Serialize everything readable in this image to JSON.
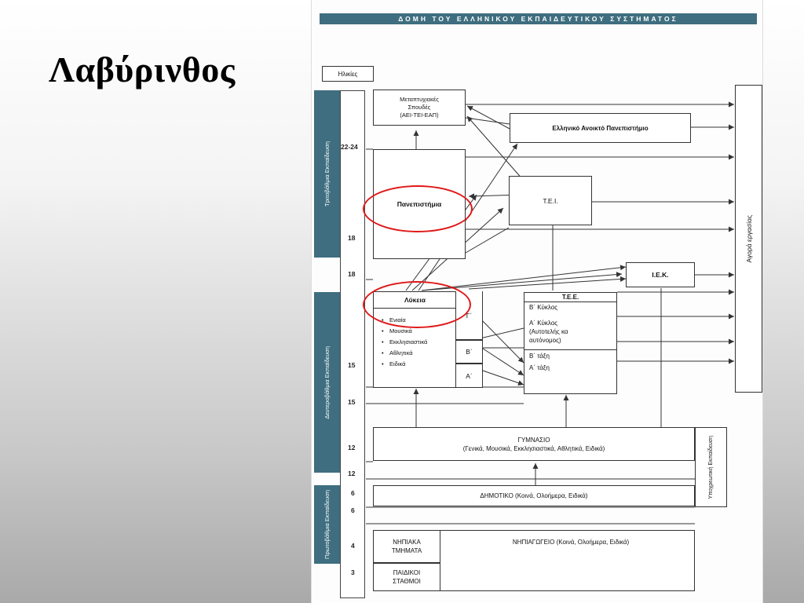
{
  "slide": {
    "title": "Λαβύρινθος"
  },
  "diagram": {
    "header": "ΔΟΜΗ ΤΟΥ ΕΛΛΗΝΙΚΟΥ ΕΚΠΑΙΔΕΥΤΙΚΟΥ ΣΥΣΤΗΜΑΤΟΣ",
    "ages_label": "Ηλικίες",
    "ages": [
      "22-24",
      "18",
      "18",
      "15",
      "15",
      "12",
      "12",
      "6",
      "6",
      "4",
      "3"
    ],
    "levels": {
      "tertiary": "Τριτοβάθμια Εκπαίδευση",
      "secondary": "Δευτεροβάθμια Εκπαίδευση",
      "primary": "Πρωτοβάθμια Εκπαίδευση",
      "compulsory": "Υποχρεωτική Εκπαίδευση"
    },
    "nodes": {
      "postgrad": [
        "Μεταπτυχιακές",
        "Σπουδές",
        "(ΑΕΙ-ΤΕΙ-ΕΑΠ)"
      ],
      "open_university": "Ελληνικό Ανοικτό Πανεπιστήμιο",
      "universities": "Πανεπιστήμια",
      "tei": "Τ.Ε.Ι.",
      "iek": "Ι.Ε.Κ.",
      "lykeia": "Λύκεια",
      "lykeia_types": [
        "Ενιαία",
        "Μουσικά",
        "Εκκλησιαστικά",
        "Αθλητικά",
        "Ειδικά"
      ],
      "class_g": "Γ΄",
      "class_b": "Β΄",
      "class_a": "Α΄",
      "tee": "Τ.Ε.Ε.",
      "tee_b_cycle": "Β΄ Κύκλος",
      "tee_a_cycle": [
        "Α΄ Κύκλος",
        "(Αυτοτελής κα",
        "αυτόνομος)"
      ],
      "tee_b_class": "Β΄ τάξη",
      "tee_a_class": "Α΄ τάξη",
      "gymnasio": [
        "ΓΥΜΝΑΣΙΟ",
        "(Γενικά, Μουσικά, Εκκλησιαστικά, Αθλητικά, Ειδικά)"
      ],
      "dimotiko": "ΔΗΜΟΤΙΚΟ (Κοινά, Ολοήμερα, Ειδικά)",
      "nipiaka": [
        "ΝΗΠΙΑΚΑ",
        "ΤΜΗΜΑΤΑ"
      ],
      "paidikoi": [
        "ΠΑΙΔΙΚΟΙ",
        "ΣΤΑΘΜΟΙ"
      ],
      "nipiagogeio": "ΝΗΠΙΑΓΩΓΕΙΟ (Κοινά, Ολοήμερα, Ειδικά)",
      "labour_market": "Αγορά εργασίας"
    },
    "highlight_color": "#e01818",
    "band_color": "#3e6e7f"
  }
}
